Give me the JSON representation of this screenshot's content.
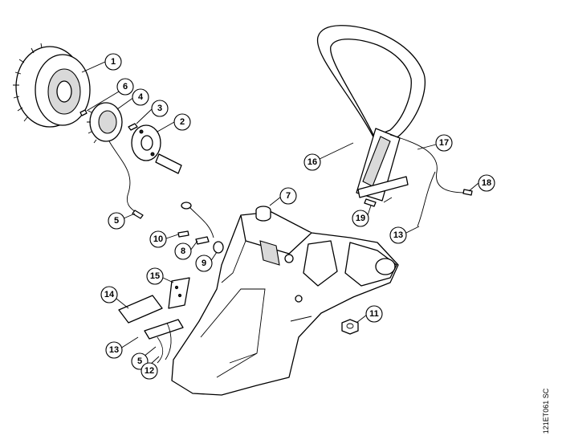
{
  "callouts": [
    {
      "id": "c1",
      "label": "1"
    },
    {
      "id": "c2",
      "label": "2"
    },
    {
      "id": "c3",
      "label": "3"
    },
    {
      "id": "c4",
      "label": "4"
    },
    {
      "id": "c5a",
      "label": "5"
    },
    {
      "id": "c5b",
      "label": "5"
    },
    {
      "id": "c6",
      "label": "6"
    },
    {
      "id": "c7",
      "label": "7"
    },
    {
      "id": "c8",
      "label": "8"
    },
    {
      "id": "c9",
      "label": "9"
    },
    {
      "id": "c10",
      "label": "10"
    },
    {
      "id": "c11",
      "label": "11"
    },
    {
      "id": "c12",
      "label": "12"
    },
    {
      "id": "c13a",
      "label": "13"
    },
    {
      "id": "c13b",
      "label": "13"
    },
    {
      "id": "c14",
      "label": "14"
    },
    {
      "id": "c15",
      "label": "15"
    },
    {
      "id": "c16",
      "label": "16"
    },
    {
      "id": "c17",
      "label": "17"
    },
    {
      "id": "c18",
      "label": "18"
    },
    {
      "id": "c19",
      "label": "19"
    }
  ],
  "drawing_code": "121ET061 SC"
}
